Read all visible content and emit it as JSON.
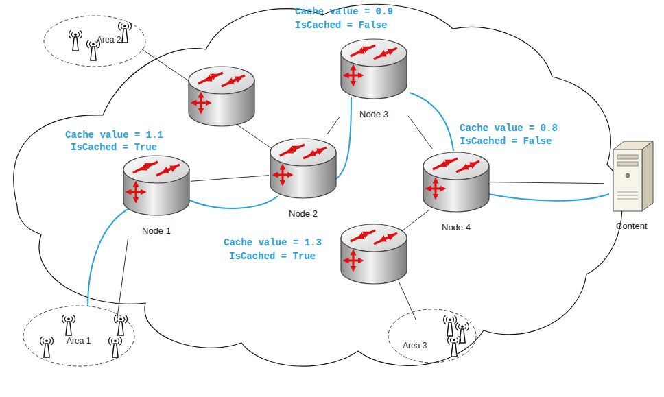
{
  "diagram": {
    "nodes": [
      {
        "text": [
          "Area 2"
        ]
      },
      {
        "text": [
          "Node 3"
        ]
      },
      {
        "text": [
          "Node 1"
        ]
      },
      {
        "text": [
          "Node 2"
        ]
      },
      {
        "text": [
          "Node 4"
        ]
      },
      {
        "text": [
          "Content"
        ]
      },
      {
        "text": [
          "Area 1"
        ]
      },
      {
        "text": [
          "Area 3"
        ]
      }
    ],
    "edges": [
      {
        "from": 2,
        "to": 3,
        "arrow": "none"
      },
      {
        "from": 3,
        "to": 1,
        "arrow": "none"
      },
      {
        "from": 1,
        "to": 4,
        "arrow": "none"
      },
      {
        "from": 4,
        "to": 5,
        "arrow": "none"
      },
      {
        "from": 2,
        "to": 6,
        "arrow": "none"
      }
    ],
    "labels": [
      "Cache value = 0.9",
      "IsCached = False",
      "Cache value = 1.1",
      "IsCached = True",
      "Cache value = 0.8",
      "IsCached = False",
      "Cache value = 1.3",
      "IsCached = True"
    ]
  }
}
